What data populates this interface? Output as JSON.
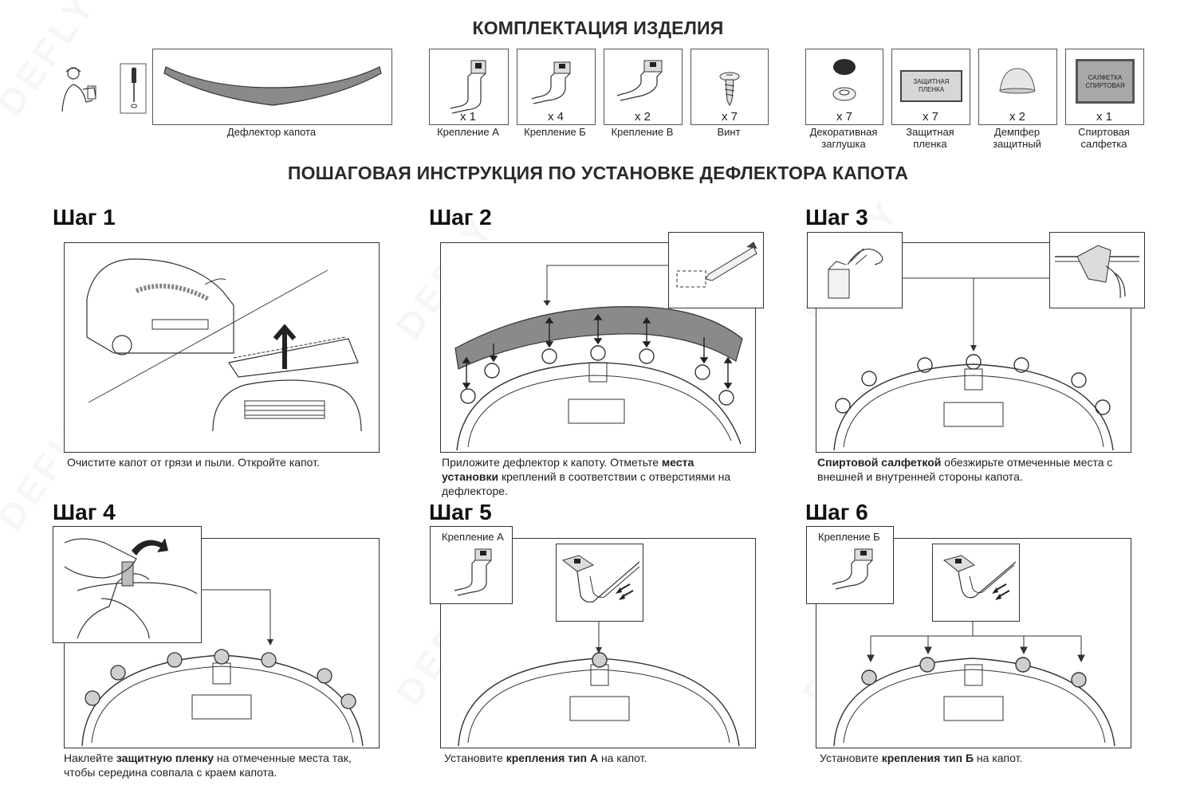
{
  "kit_title": "КОМПЛЕКТАЦИЯ ИЗДЕЛИЯ",
  "kit": {
    "deflector_label": "Дефлектор капота",
    "items": [
      {
        "qty": "x 1",
        "label": "Крепление  А"
      },
      {
        "qty": "x 4",
        "label": "Крепление Б"
      },
      {
        "qty": "x 2",
        "label": "Крепление В"
      },
      {
        "qty": "x 7",
        "label": "Винт"
      },
      {
        "qty": "x 7",
        "label1": "Декоративная",
        "label2": "заглушка"
      },
      {
        "qty": "x 7",
        "label1": "Защитная",
        "label2": "пленка",
        "inner1": "ЗАЩИТНАЯ",
        "inner2": "ПЛЕНКА"
      },
      {
        "qty": "x 2",
        "label1": "Демпфер",
        "label2": "защитный"
      },
      {
        "qty": "x 1",
        "label1": "Спиртовая",
        "label2": "салфетка",
        "inner1": "САЛФЕТКА",
        "inner2": "СПИРТОВАЯ"
      }
    ]
  },
  "guide_title": "ПОШАГОВАЯ ИНСТРУКЦИЯ ПО УСТАНОВКЕ ДЕФЛЕКТОРА КАПОТА",
  "steps": [
    {
      "head": "Шаг 1",
      "caption": [
        {
          "t": "Очистите капот от грязи и пыли. Откройте капот."
        }
      ]
    },
    {
      "head": "Шаг 2",
      "caption": [
        {
          "t": " Приложите дефлектор к капоту. Отметьте "
        },
        {
          "t": "места установки",
          "b": true
        },
        {
          "t": " креплений в соответствии с отверстиями на дефлекторе."
        }
      ]
    },
    {
      "head": "Шаг 3",
      "caption": [
        {
          "t": " "
        },
        {
          "t": "Спиртовой салфеткой",
          "b": true
        },
        {
          "t": " обезжирьте отмеченные места с внешней и внутренней стороны капота."
        }
      ]
    },
    {
      "head": "Шаг 4",
      "caption": [
        {
          "t": " Наклейте "
        },
        {
          "t": "защитную пленку",
          "b": true
        },
        {
          "t": " на отмеченные места так, чтобы середина совпала с краем капота."
        }
      ]
    },
    {
      "head": "Шаг 5",
      "inset_label": "Крепление  А",
      "caption": [
        {
          "t": "Установите "
        },
        {
          "t": "крепления тип А",
          "b": true
        },
        {
          "t": " на капот."
        }
      ]
    },
    {
      "head": "Шаг 6",
      "inset_label": "Крепление  Б",
      "caption": [
        {
          "t": "Установите "
        },
        {
          "t": "крепления тип Б",
          "b": true
        },
        {
          "t": " на капот."
        }
      ]
    }
  ],
  "watermark": "DEFLY",
  "colors": {
    "deflector": "#8a8a8a",
    "line": "#333333",
    "background": "#ffffff"
  }
}
